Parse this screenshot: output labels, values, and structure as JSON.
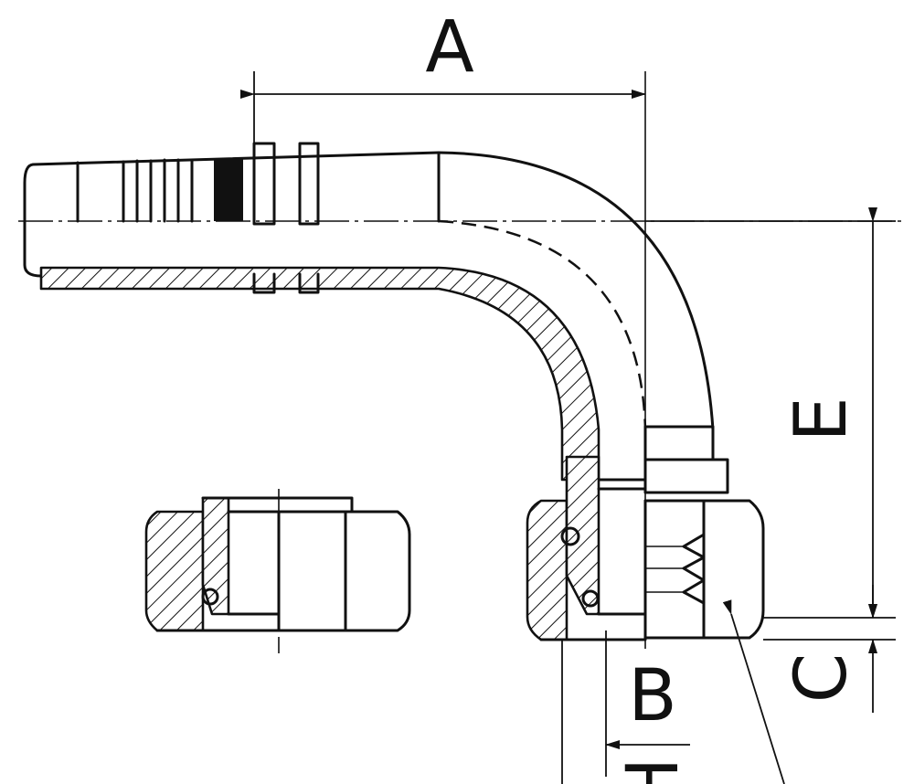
{
  "dimension_labels": {
    "a": "A",
    "b": "B",
    "c": "C",
    "e": "E",
    "h": "H"
  }
}
